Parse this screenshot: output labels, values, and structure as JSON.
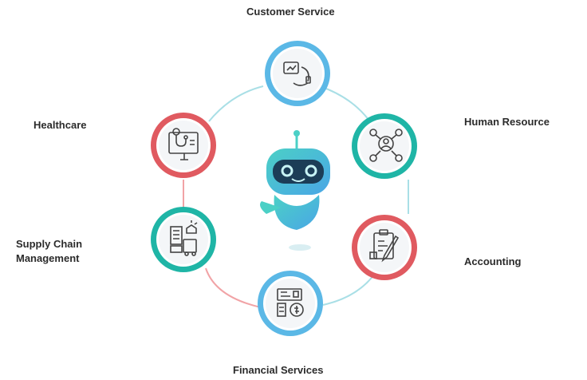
{
  "diagram": {
    "center": {
      "icon": "chatbot-robot-icon"
    },
    "nodes": [
      {
        "id": "customer-service",
        "label": "Customer Service",
        "icon": "support-headset-icon",
        "ring_color": "#5bb8e6"
      },
      {
        "id": "human-resource",
        "label": "Human Resource",
        "icon": "people-network-icon",
        "ring_color": "#1fb5a6"
      },
      {
        "id": "accounting",
        "label": "Accounting",
        "icon": "clipboard-pen-icon",
        "ring_color": "#e05a60"
      },
      {
        "id": "financial-services",
        "label": "Financial Services",
        "icon": "bank-dollar-icon",
        "ring_color": "#5bb8e6"
      },
      {
        "id": "supply-chain-management",
        "label": "Supply Chain Management",
        "icon": "truck-warehouse-icon",
        "ring_color": "#1fb5a6"
      },
      {
        "id": "healthcare",
        "label": "Healthcare",
        "icon": "medical-monitor-icon",
        "ring_color": "#e05a60"
      }
    ],
    "connector_colors": [
      "#8fd6df",
      "#f1a3a6"
    ]
  }
}
